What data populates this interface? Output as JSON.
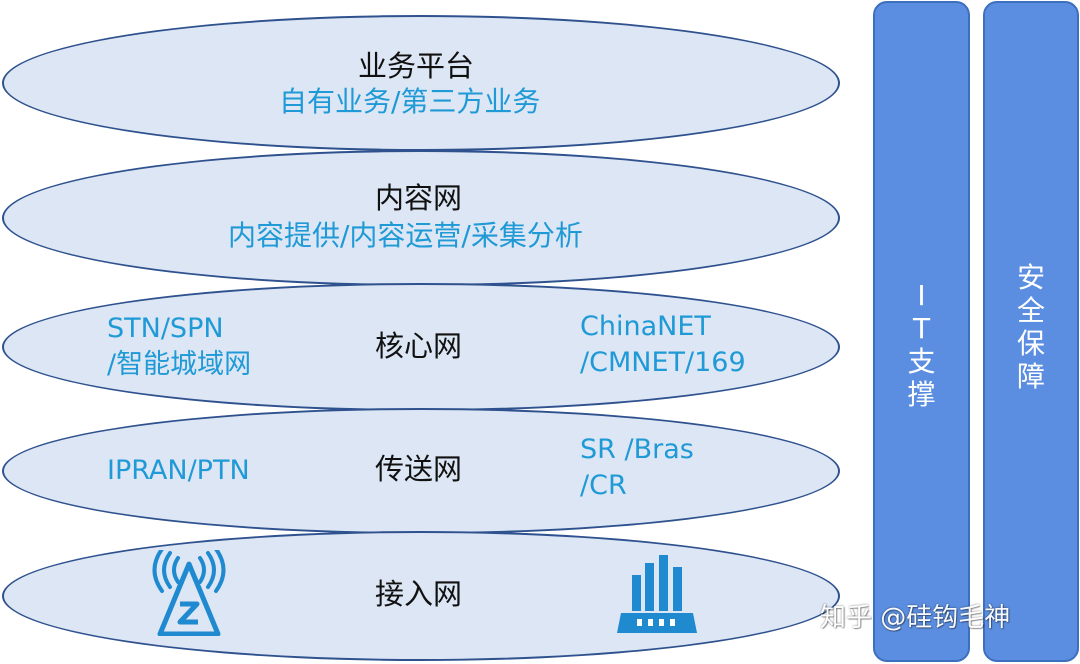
{
  "layers": [
    {
      "title": "业务平台",
      "subtitle": "自有业务/第三方业务"
    },
    {
      "title": "内容网",
      "subtitle": "内容提供/内容运营/采集分析"
    },
    {
      "title": "核心网",
      "left_lines": [
        "STN/SPN",
        "/智能城域网"
      ],
      "right_lines": [
        "ChinaNET",
        "/CMNET/169"
      ]
    },
    {
      "title": "传送网",
      "left_lines": [
        "IPRAN/PTN"
      ],
      "right_lines": [
        "SR /Bras",
        "/CR"
      ]
    },
    {
      "title": "接入网",
      "left_icon": "cell-tower-icon",
      "right_icon": "router-icon"
    }
  ],
  "pillars": [
    {
      "chars": [
        "I",
        "T",
        "支",
        "撑"
      ]
    },
    {
      "chars": [
        "安",
        "全",
        "保",
        "障"
      ]
    }
  ],
  "watermark": "知乎 @硅钩毛神",
  "colors": {
    "ellipse_fill": "#dce6f4",
    "ellipse_border": "#2f528f",
    "pillar_fill": "#5b8ee0",
    "highlight_text": "#1f9ad6",
    "icon": "#1f8ad0"
  }
}
